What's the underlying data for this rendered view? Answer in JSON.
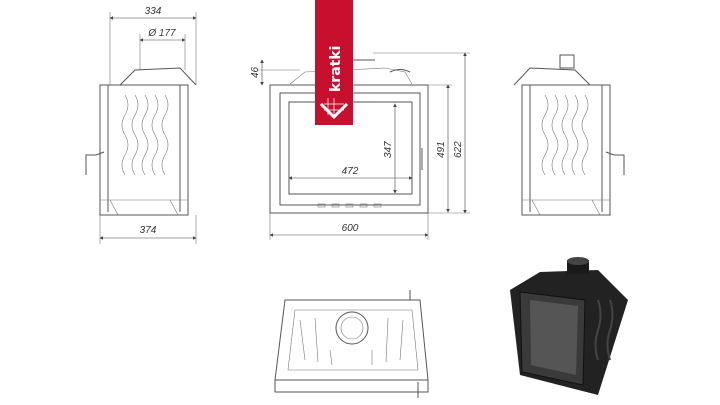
{
  "brand": {
    "name": "kratki",
    "color": "#c8102e"
  },
  "dimensions": {
    "side_depth_top": "334",
    "flue_diameter": "Ø 177",
    "side_depth_bottom": "374",
    "top_offset": "46",
    "glass_width": "472",
    "glass_height": "347",
    "door_height": "491",
    "total_height": "622",
    "total_width": "600"
  },
  "views": [
    "left-side-view",
    "front-view",
    "right-side-view",
    "top-view",
    "3d-render"
  ]
}
